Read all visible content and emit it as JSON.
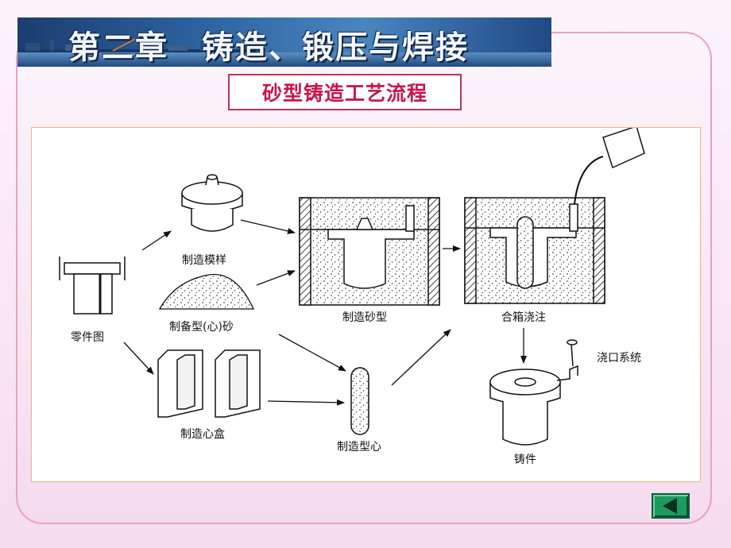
{
  "title": "第二章　铸造、锻压与焊接",
  "subtitle": "砂型铸造工艺流程",
  "diagram": {
    "labels": {
      "part_drawing": "零件图",
      "make_pattern": "制造模样",
      "prepare_sand": "制备型(心)砂",
      "make_core_box": "制造心盒",
      "make_core": "制造型心",
      "make_mold": "制造砂型",
      "close_and_pour": "合箱浇注",
      "gating_system": "浇口系统",
      "casting": "铸件"
    }
  },
  "icons": {
    "back": "back-arrow-icon"
  },
  "colors": {
    "title_bar": "#2d63a0",
    "title_text": "#f2f6ff",
    "subtitle_text": "#c8174a",
    "subtitle_border": "#b5365a",
    "frame_border": "#e9a3ba",
    "diagram_border": "#e8b87f",
    "button": "#1c9a62"
  }
}
